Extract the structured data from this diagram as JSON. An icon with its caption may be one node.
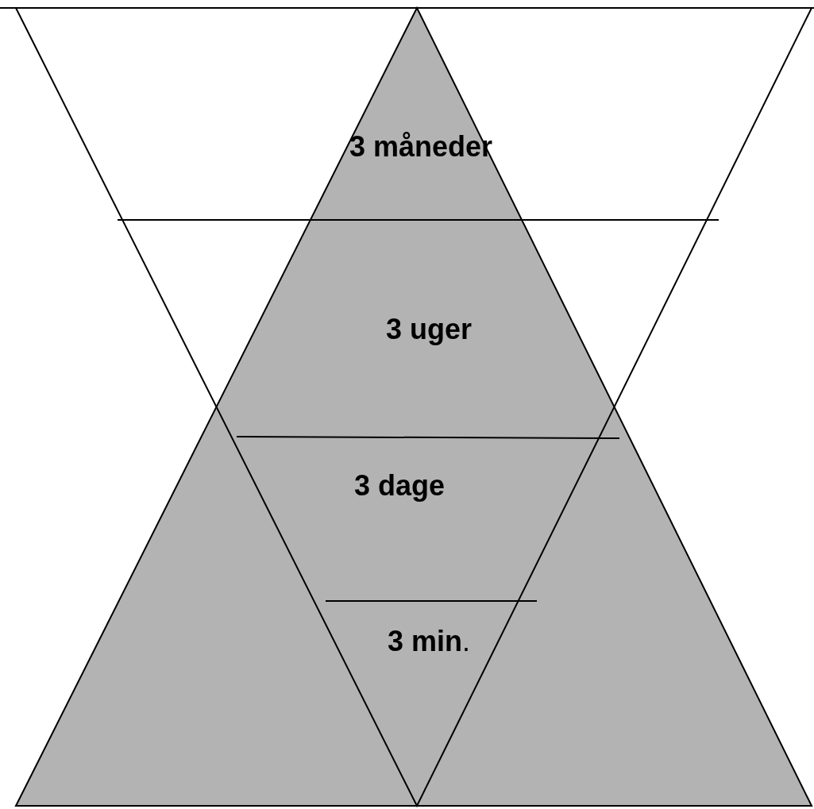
{
  "diagram": {
    "labels": [
      "3 måneder",
      "3 uger",
      "3 dage",
      "**3 min**."
    ]
  }
}
